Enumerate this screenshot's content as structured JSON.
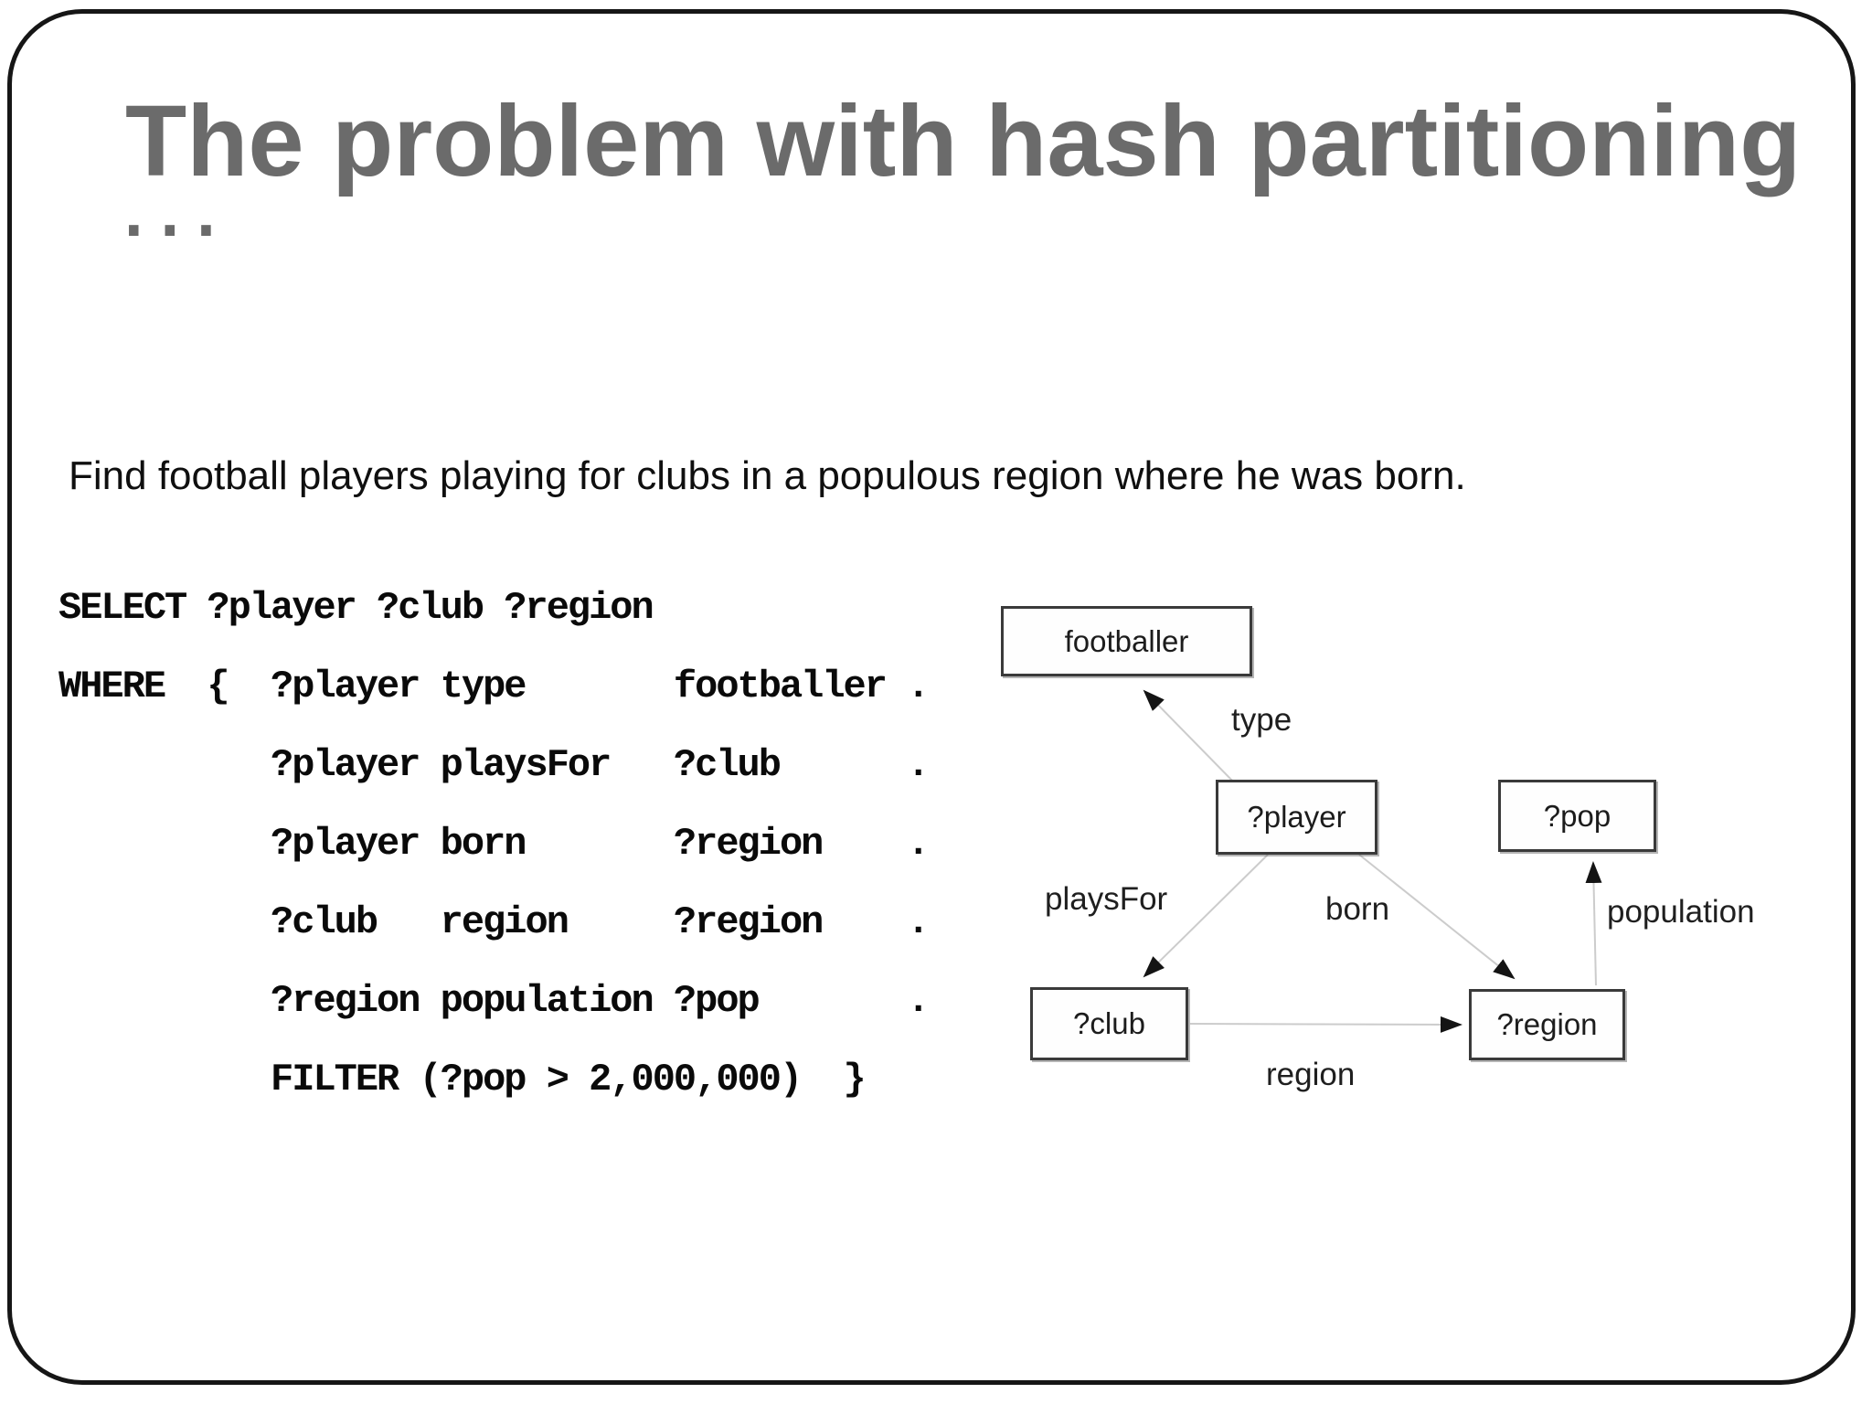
{
  "slide": {
    "title_line1": "The problem with hash partitioning",
    "title_line2": "...",
    "description": "Find football players playing for clubs in a populous region where he was born.",
    "query_lines": [
      "SELECT ?player ?club ?region",
      "WHERE  {  ?player type       footballer .",
      "          ?player playsFor   ?club      .",
      "          ?player born       ?region    .",
      "          ?club   region     ?region    .",
      "          ?region population ?pop       .",
      "          FILTER (?pop > 2,000,000)  }"
    ],
    "diagram": {
      "nodes": [
        {
          "id": "footballer",
          "label": "footballer"
        },
        {
          "id": "player",
          "label": "?player"
        },
        {
          "id": "pop",
          "label": "?pop"
        },
        {
          "id": "club",
          "label": "?club"
        },
        {
          "id": "region",
          "label": "?region"
        }
      ],
      "edges": [
        {
          "from": "player",
          "to": "footballer",
          "label": "type"
        },
        {
          "from": "player",
          "to": "club",
          "label": "playsFor"
        },
        {
          "from": "player",
          "to": "region",
          "label": "born"
        },
        {
          "from": "club",
          "to": "region",
          "label": "region"
        },
        {
          "from": "region",
          "to": "pop",
          "label": "population"
        }
      ]
    },
    "colors": {
      "title_gray": "#6b6b6b",
      "body_text": "#0f0f0f",
      "slide_border": "#161616",
      "node_border": "#3a3a3a",
      "edge_line": "#cccccc",
      "arrowhead": "#141414"
    }
  }
}
